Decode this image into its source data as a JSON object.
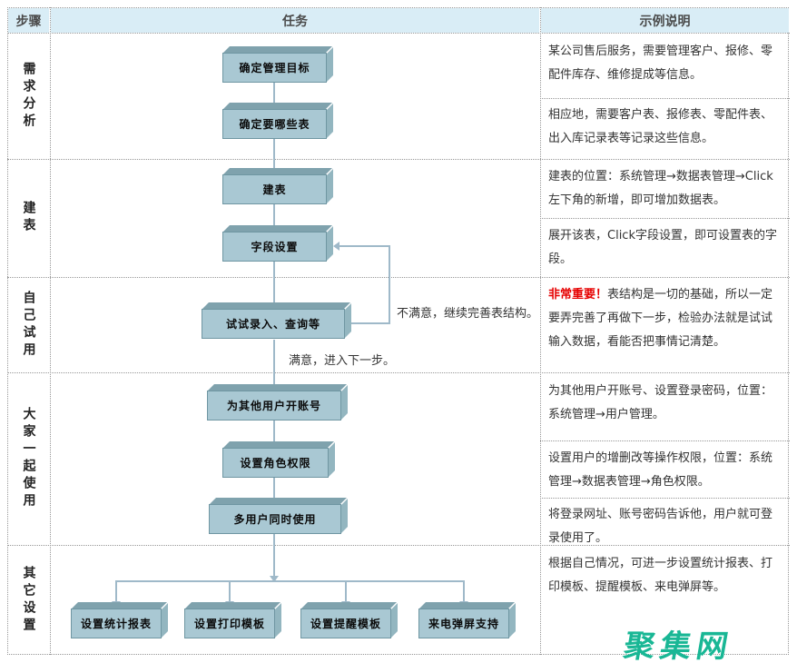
{
  "header": {
    "col_steps": "步骤",
    "col_tasks": "任务",
    "col_examples": "示例说明"
  },
  "steps": [
    {
      "label": "需求分析"
    },
    {
      "label": "建表"
    },
    {
      "label": "自己试用"
    },
    {
      "label": "大家一起使用"
    },
    {
      "label": "其它设置"
    }
  ],
  "flow": {
    "boxes": [
      {
        "label": "确定管理目标"
      },
      {
        "label": "确定要哪些表"
      },
      {
        "label": "建表"
      },
      {
        "label": "字段设置"
      },
      {
        "label": "试试录入、查询等"
      },
      {
        "label": "为其他用户开账号"
      },
      {
        "label": "设置角色权限"
      },
      {
        "label": "多用户同时使用"
      },
      {
        "label": "设置统计报表"
      },
      {
        "label": "设置打印模板"
      },
      {
        "label": "设置提醒模板"
      },
      {
        "label": "来电弹屏支持"
      }
    ],
    "annotations": {
      "not_satisfied": "不满意，继续完善表结构。",
      "satisfied": "满意，进入下一步。"
    }
  },
  "examples": [
    {
      "text": "某公司售后服务，需要管理客户、报修、零配件库存、维修提成等信息。"
    },
    {
      "text": "相应地，需要客户表、报修表、零配件表、出入库记录表等记录这些信息。"
    },
    {
      "text": "建表的位置：系统管理→数据表管理→Click左下角的新增，即可增加数据表。"
    },
    {
      "text": "展开该表，Click字段设置，即可设置表的字段。"
    },
    {
      "highlight": "非常重要！",
      "text": "表结构是一切的基础，所以一定要弄完善了再做下一步，检验办法就是试试输入数据，看能否把事情记清楚。"
    },
    {
      "text": "为其他用户开账号、设置登录密码，位置：系统管理→用户管理。"
    },
    {
      "text": "设置用户的增删改等操作权限，位置：系统管理→数据表管理→角色权限。"
    },
    {
      "text": "将登录网址、账号密码告诉他，用户就可登录使用了。"
    },
    {
      "text": "根据自己情况，可进一步设置统计报表、打印模板、提醒模板、来电弹屏等。"
    }
  ],
  "watermark": "聚集网",
  "colors": {
    "header_bg": "#d9edf6",
    "box_face": "#a9c8d3",
    "box_top": "#7fa2ad",
    "box_side": "#93b6c0",
    "connector": "#9fb9c9",
    "important_red": "#e60000",
    "watermark_teal": "#19b795",
    "border_gray": "#979797"
  }
}
